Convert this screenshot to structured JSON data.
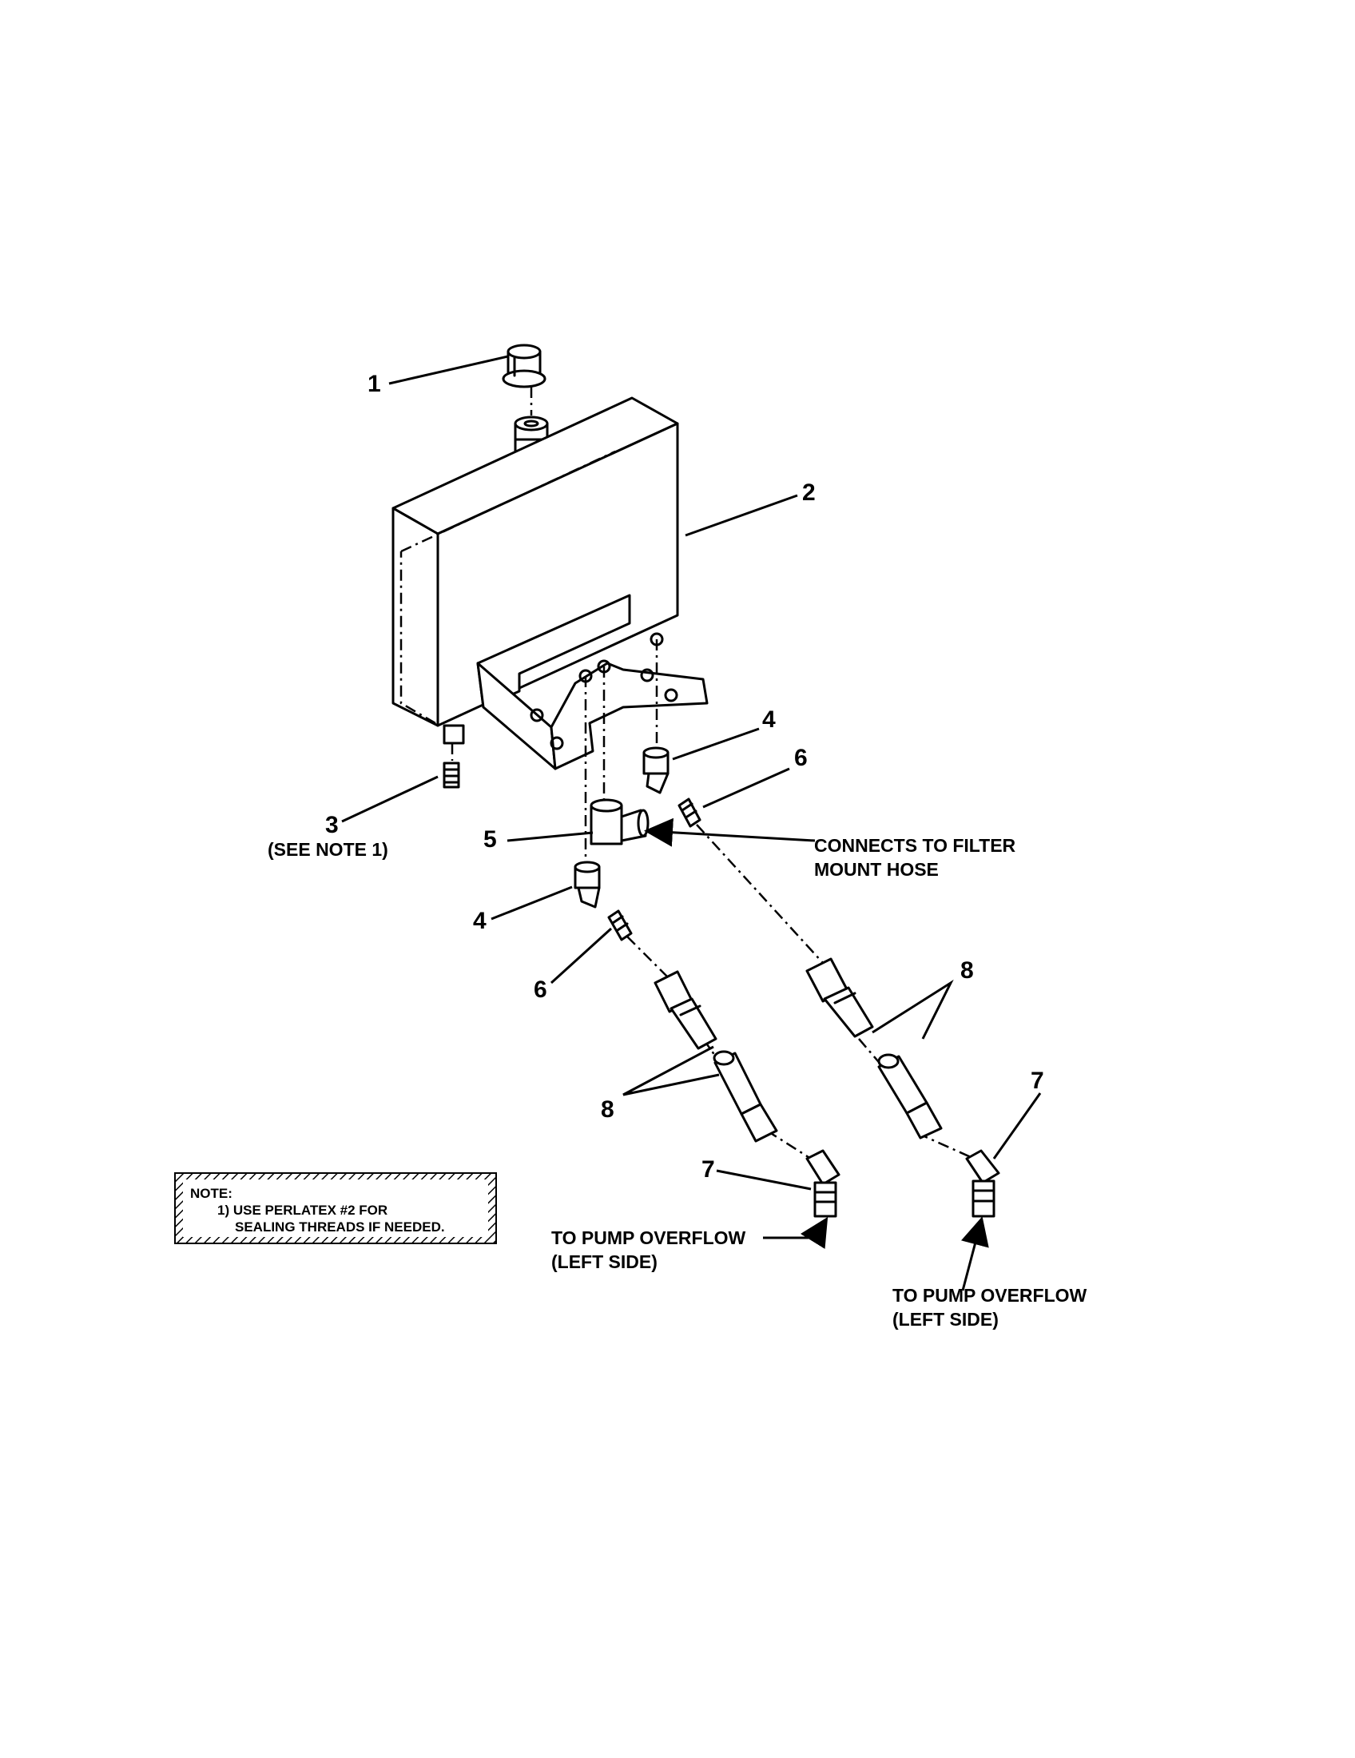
{
  "callouts": {
    "c1": "1",
    "c2": "2",
    "c3": "3",
    "c4a": "4",
    "c4b": "4",
    "c5": "5",
    "c6a": "6",
    "c6b": "6",
    "c7a": "7",
    "c7b": "7",
    "c8a": "8",
    "c8b": "8"
  },
  "annotations": {
    "see_note": "(SEE NOTE 1)",
    "filter_line1": "CONNECTS TO FILTER",
    "filter_line2": "MOUNT HOSE",
    "pump_a_line1": "TO PUMP OVERFLOW",
    "pump_a_line2": "(LEFT SIDE)",
    "pump_b_line1": "TO PUMP OVERFLOW",
    "pump_b_line2": "(LEFT SIDE)"
  },
  "note": {
    "heading": "NOTE:",
    "line1": "1) USE PERLATEX #2 FOR",
    "line2": "SEALING THREADS IF NEEDED."
  }
}
